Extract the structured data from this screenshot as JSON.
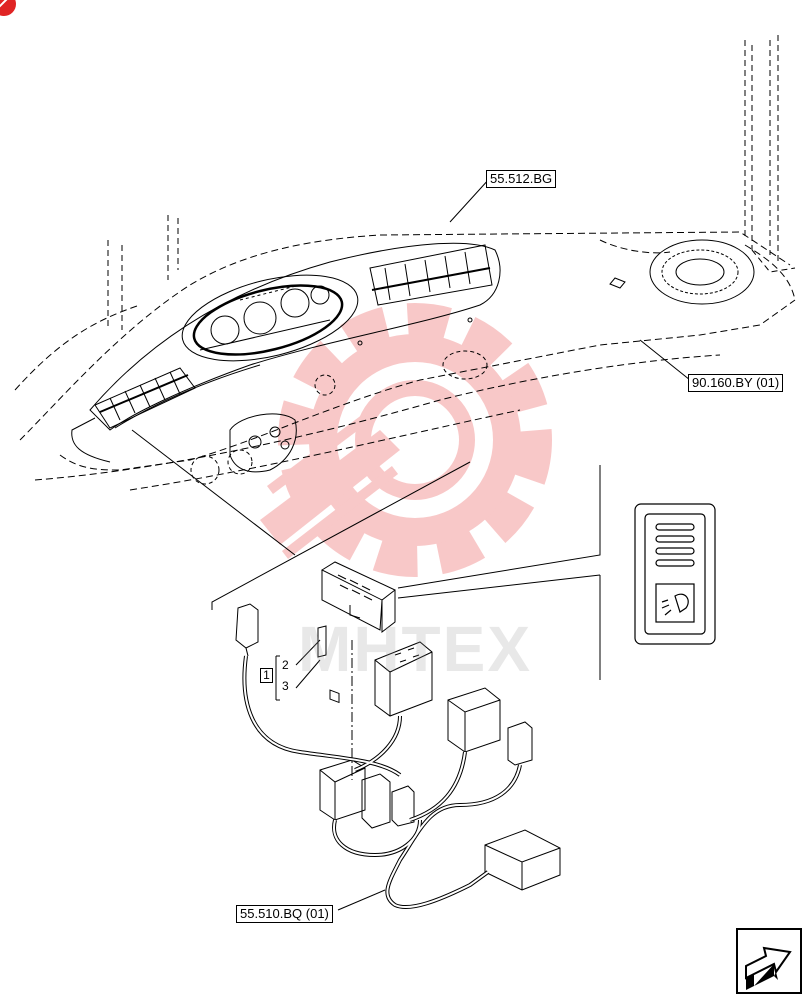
{
  "callouts": {
    "dashboard_ref": "55.512.BG",
    "cab_ref": "90.160.BY (01)",
    "harness_ref": "55.510.BQ (01)"
  },
  "item_refs": {
    "group": "1",
    "item_2": "2",
    "item_3": "3"
  },
  "watermark": {
    "text": "MHTEX",
    "color": "#e83c3c"
  },
  "icons": {
    "corner_badge": "red-corner-badge",
    "switch_symbol": "work-light-switch-symbol",
    "navigation": "next-page-arrow-icon"
  },
  "colors": {
    "line": "#000000",
    "watermark_red": "#f2b3b3"
  }
}
